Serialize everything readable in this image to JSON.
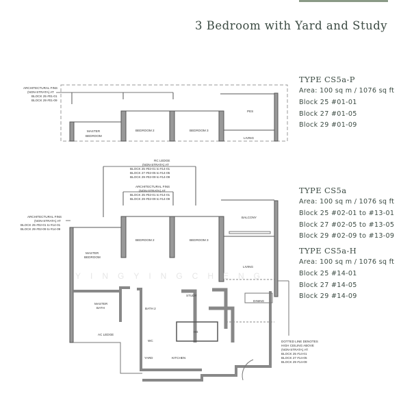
{
  "header": {
    "title": "3 Bedroom with Yard and Study",
    "accent": "#8a9a86"
  },
  "types": [
    {
      "name": "TYPE CS5a-P",
      "area": "Area: 100 sq m / 1076 sq ft",
      "blocks": [
        "Block 25 #01-01",
        "Block 27 #01-05",
        "Block 29 #01-09"
      ]
    },
    {
      "name": "TYPE CS5a",
      "area": "Area: 100 sq m / 1076 sq ft",
      "blocks": [
        "Block 25 #02-01 to #13-01",
        "Block 27 #02-05 to #13-05",
        "Block 29 #02-09 to #13-09"
      ]
    },
    {
      "name": "TYPE CS5a-H",
      "area": "Area: 100 sq m / 1076 sq ft",
      "blocks": [
        "Block 25 #14-01",
        "Block 27 #14-05",
        "Block 29 #14-09"
      ]
    }
  ],
  "plan_p": {
    "note": [
      "ARCHITECTURAL FINS",
      "(NON-STRATA) AT",
      "BLOCK 25 #01-01",
      "BLOCK 29 #01-09"
    ],
    "rooms": {
      "master": [
        "MASTER",
        "BEDROOM"
      ],
      "bed2": "BEDROOM 2",
      "bed3": "BEDROOM 3",
      "pes": "PES",
      "living": "LIVING"
    }
  },
  "plan": {
    "rc_ledge": [
      "RC LEDGE",
      "(NON-STRATA) AT",
      "BLOCK 25 #02-01 to #14-01",
      "BLOCK 27 #02-05 to #14-05",
      "BLOCK 29 #02-09 to #14-09"
    ],
    "fins_mid": [
      "ARCHITECTURAL FINS",
      "(NON-STRATA) AT",
      "BLOCK 25 #02-01 to #14-01",
      "BLOCK 29 #02-09 to #14-09"
    ],
    "fins_left": [
      "ARCHITECTURAL FINS",
      "(NON-STRATA) AT",
      "BLOCK 25 #02-01 to #14-01",
      "BLOCK 29 #02-09 to #14-09"
    ],
    "dotted": [
      "DOTTED LINE DENOTES",
      "HIGH CEILING ABOVE",
      "(NON-STRATA) AT:",
      "BLOCK 25 #14-01",
      "BLOCK 27 #14-05",
      "BLOCK 29 #14-09"
    ],
    "rooms": {
      "balcony": "BALCONY",
      "master": [
        "MASTER",
        "BEDROOM"
      ],
      "bed2": "BEDROOM 2",
      "bed3": "BEDROOM 3",
      "living": "LIVING",
      "dining": "DINING",
      "study": "STUDY",
      "master_bath": [
        "MASTER",
        "BATH"
      ],
      "bath2": "BATH 2",
      "ac": "AC LEDGE",
      "hs": "HS",
      "wc": "WC",
      "yard": "YARD",
      "kitchen": "KITCHEN"
    }
  },
  "watermark": "YINGYINGCHENG"
}
